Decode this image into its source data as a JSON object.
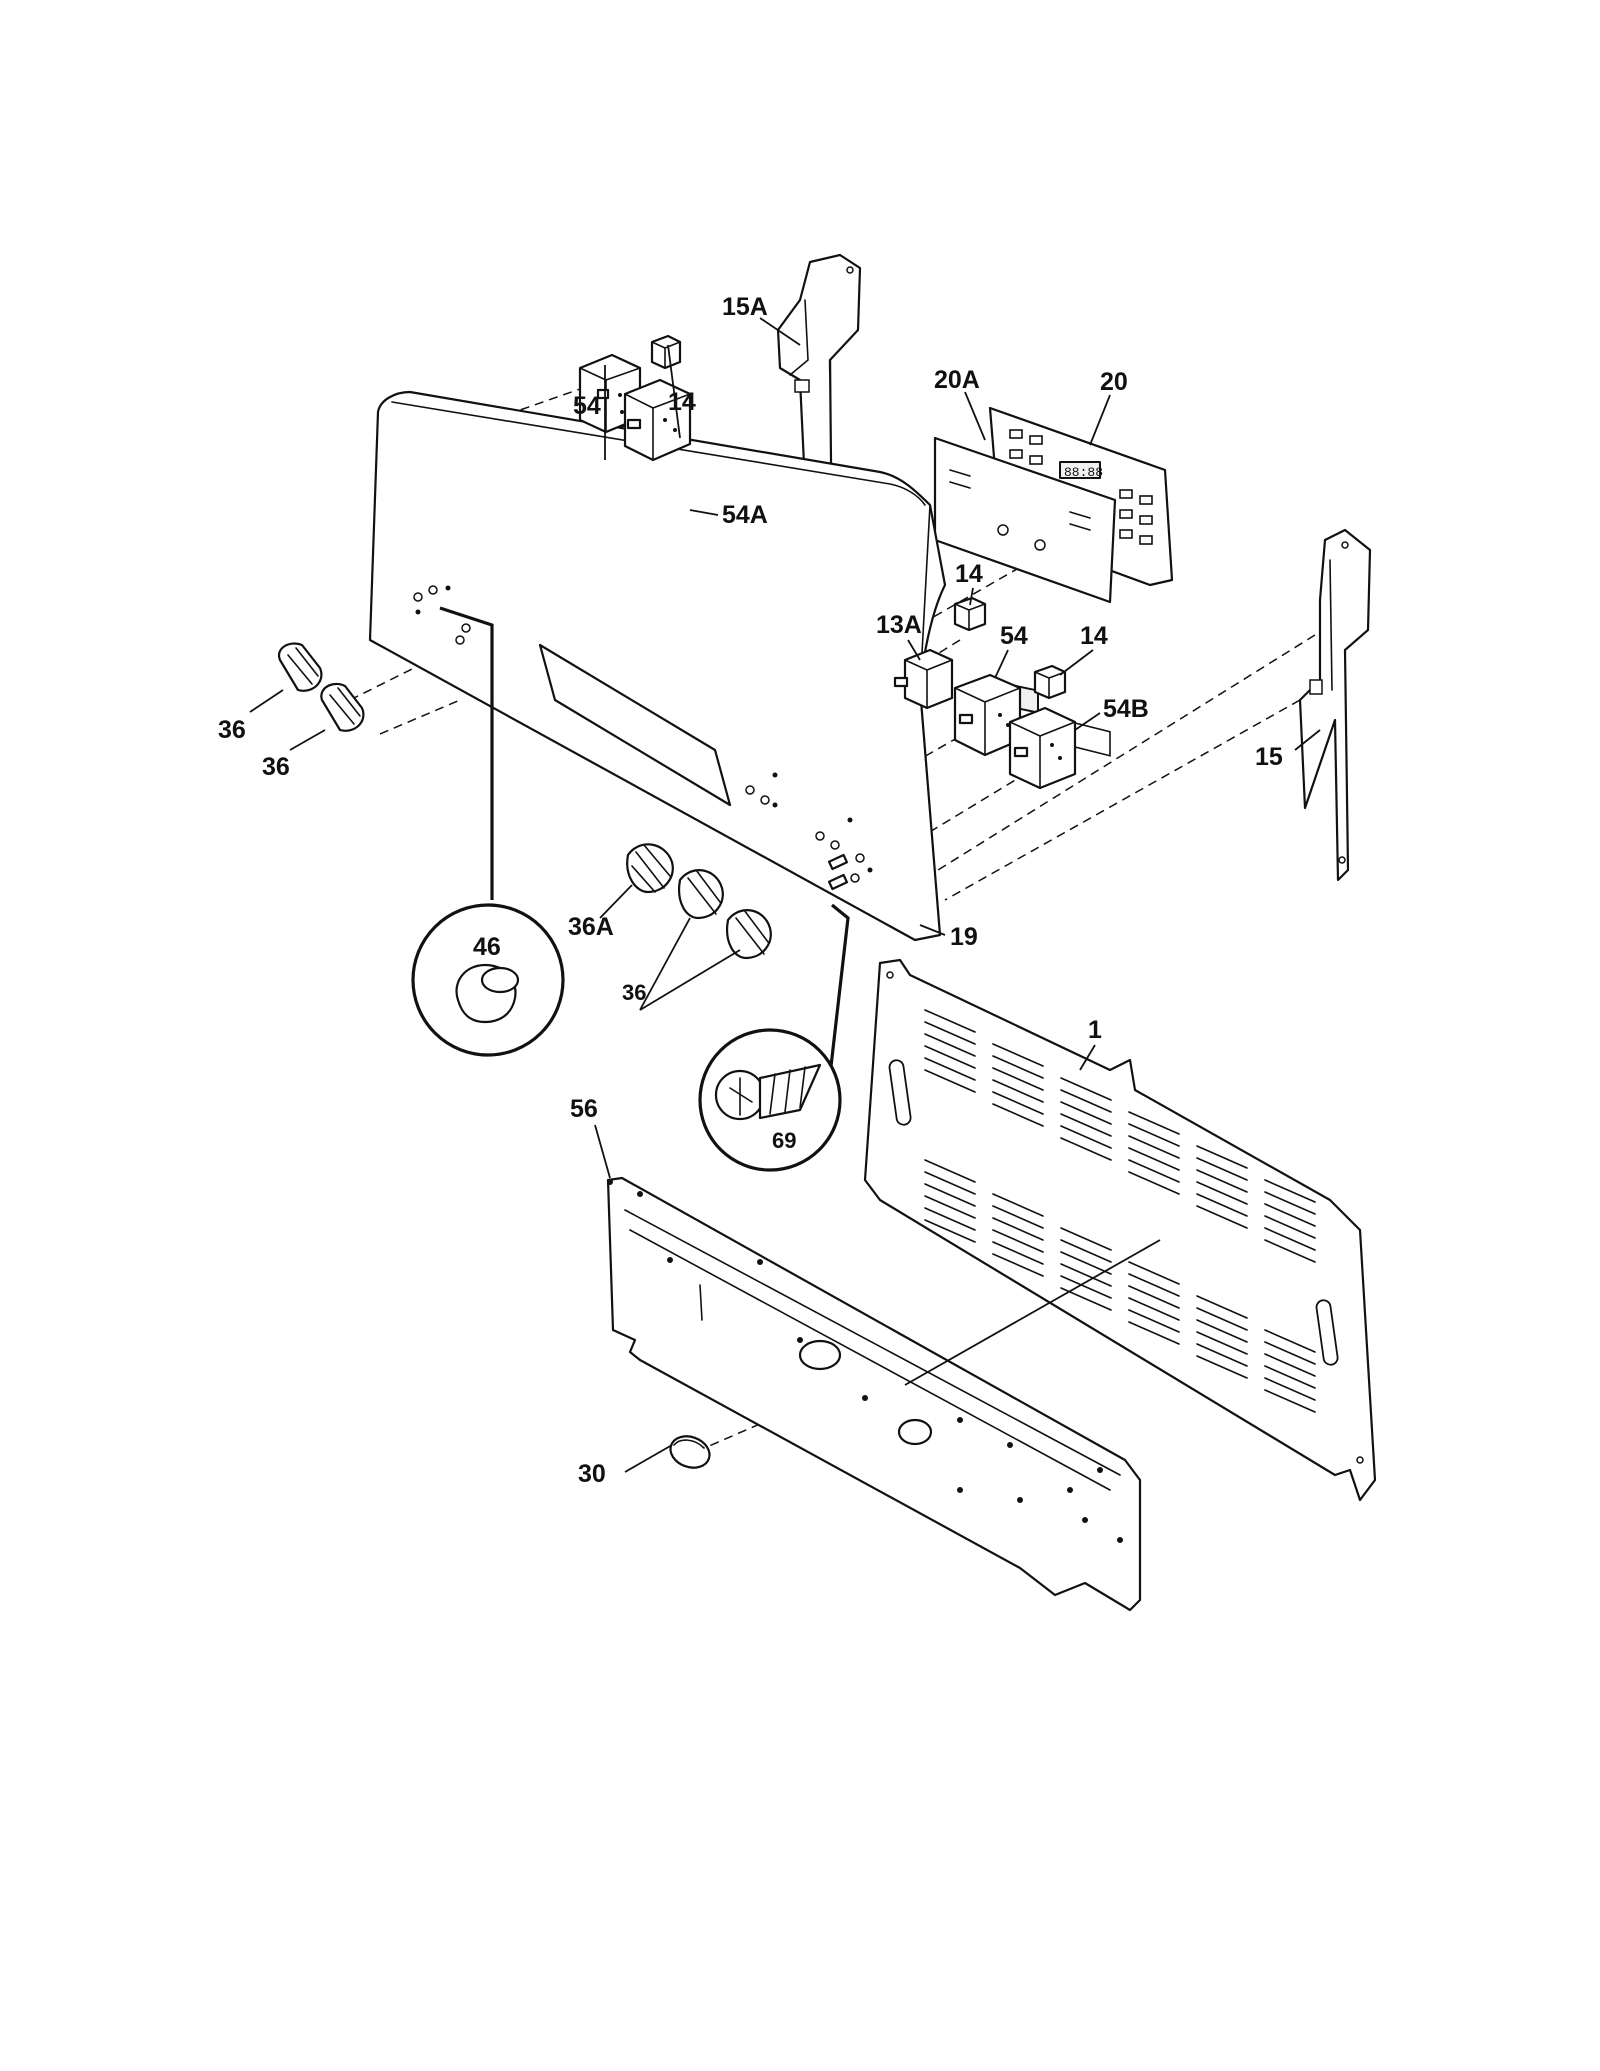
{
  "callouts": {
    "c15A": "15A",
    "c20A": "20A",
    "c20": "20",
    "c54_top": "54",
    "c14_top": "14",
    "c54A": "54A",
    "c14_mid": "14",
    "c13A": "13A",
    "c54_mid": "54",
    "c14_right": "14",
    "c54B": "54B",
    "c15": "15",
    "c36_a": "36",
    "c36_b": "36",
    "c36A": "36A",
    "c36_c": "36",
    "c19": "19",
    "c46": "46",
    "c69": "69",
    "c1": "1",
    "c56": "56",
    "c30": "30"
  }
}
